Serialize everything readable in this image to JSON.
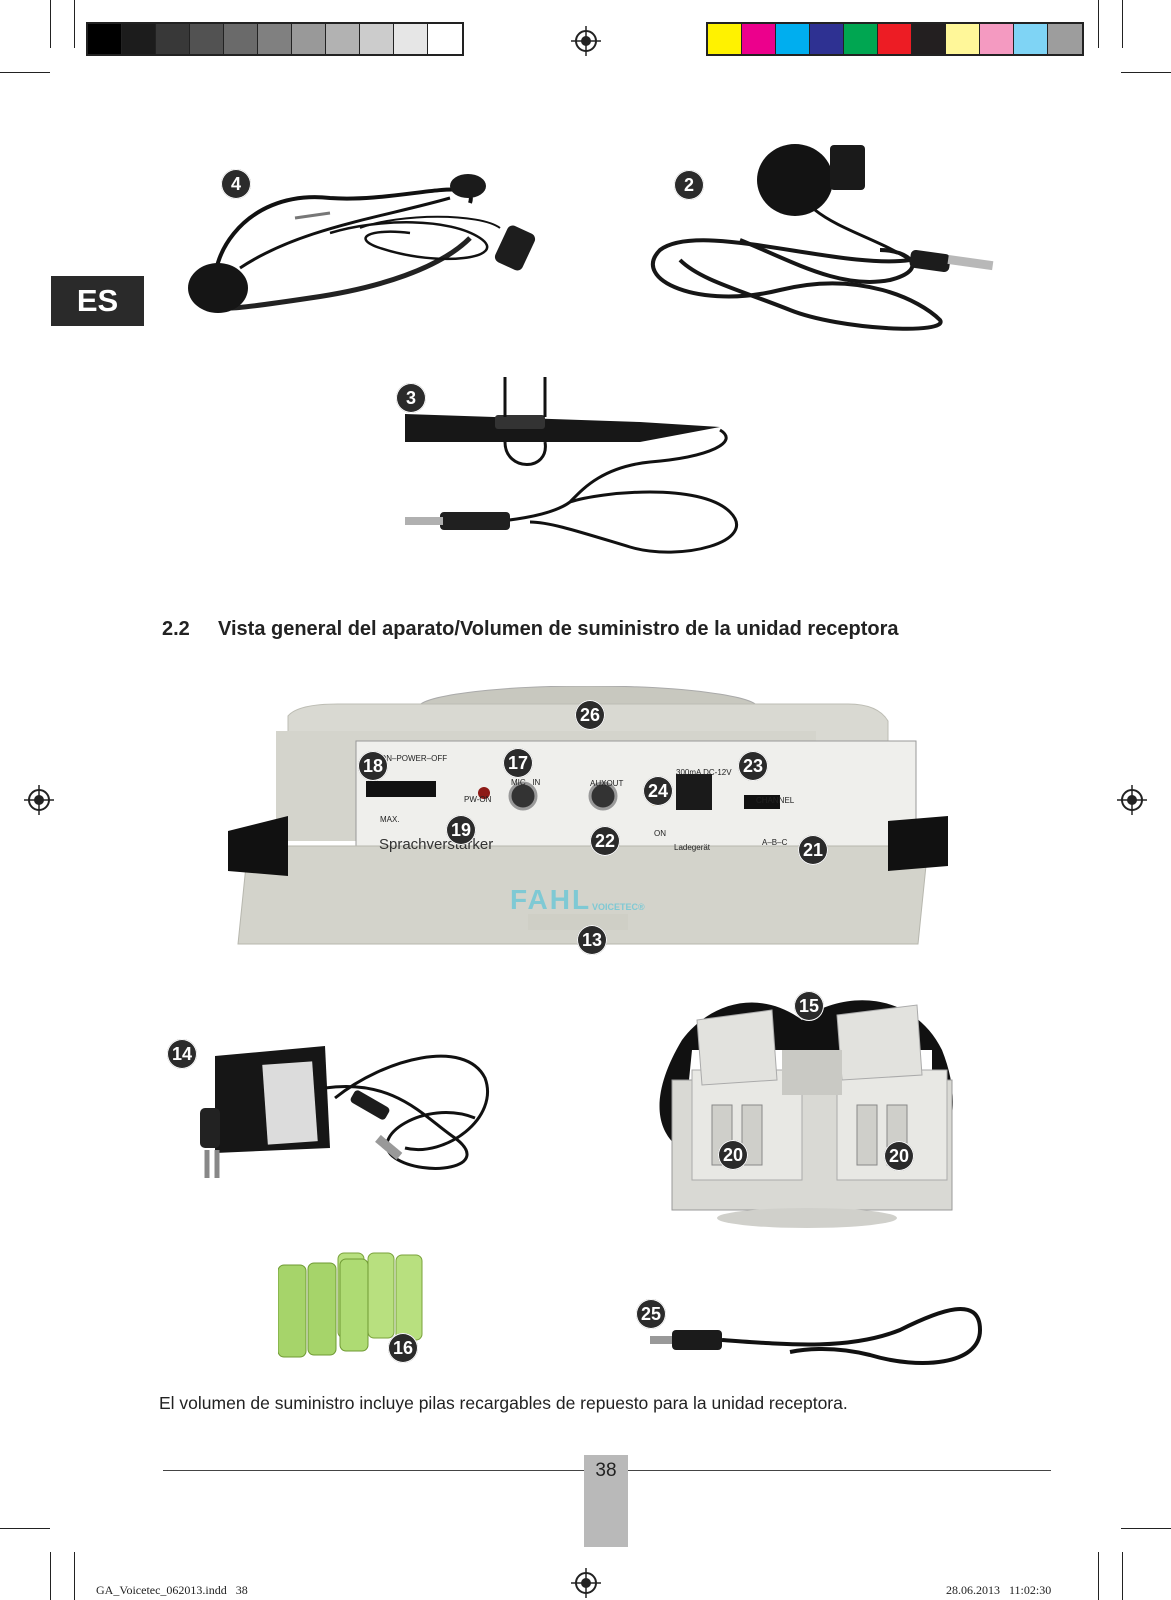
{
  "colors": {
    "grayscale_swatches": [
      "#000000",
      "#1c1c1c",
      "#383838",
      "#525252",
      "#6a6a6a",
      "#808080",
      "#999999",
      "#b2b2b2",
      "#cccccc",
      "#e6e6e6",
      "#ffffff"
    ],
    "process_swatches": [
      "#fff200",
      "#ec008c",
      "#00aeef",
      "#2e3192",
      "#00a651",
      "#ed1c24",
      "#231f20",
      "#fff799",
      "#f49ac1",
      "#7fd4f5",
      "#9d9d9d"
    ],
    "badge": "#2b2b2b",
    "page_tab": "#b9b9b9"
  },
  "language_tab": "ES",
  "figure_labels": {
    "headset": "4",
    "lavalier": "2",
    "hand_mic": "3",
    "speaker": "26",
    "power_switch": "18",
    "mic_in": "17",
    "charge_led": "24",
    "dc_socket": "23",
    "pw_led": "19",
    "aux_out": "22",
    "channel_switch": "21",
    "base": "13",
    "adapter": "14",
    "strap": "15",
    "battery_left": "20",
    "battery_right": "20",
    "batteries": "16",
    "cable": "25"
  },
  "device_panel": {
    "on_power_off": "ON–POWER–OFF",
    "pw_on": "PW-ON",
    "max": "MAX.",
    "mic_in": "MIC   IN",
    "auxout": "AUXOUT",
    "dc": "300mA DC-12V",
    "channel": "CHANNEL",
    "abc": "A–B–C",
    "on": "ON",
    "ladegeraet": "Ladegerät",
    "brand_label": "Sprachverstärker",
    "logo": "FAHL",
    "logo_sub": "VOICETEC®"
  },
  "section": {
    "number": "2.2",
    "title": "Vista general del aparato/Volumen de suministro de la unidad receptora"
  },
  "body_text": "El volumen de suministro incluye pilas recargables de repuesto para la unidad receptora.",
  "page_number": "38",
  "slug": {
    "left": "GA_Voicetec_062013.indd   38",
    "right": "28.06.2013   11:02:30"
  }
}
